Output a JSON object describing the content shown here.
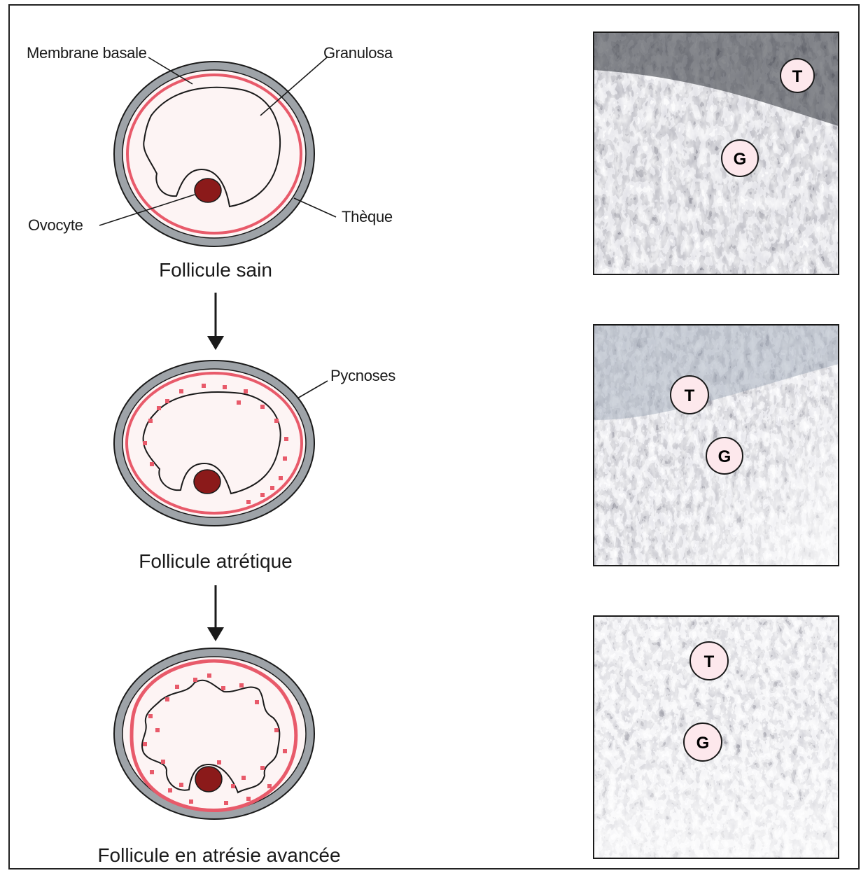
{
  "labels": {
    "membrane_basale": "Membrane basale",
    "granulosa": "Granulosa",
    "ovocyte": "Ovocyte",
    "theque": "Thèque",
    "pycnoses": "Pycnoses"
  },
  "captions": {
    "healthy": "Follicule sain",
    "atretic": "Follicule atrétique",
    "advanced": "Follicule en atrésie avancée"
  },
  "micrographs": [
    {
      "stage": "healthy",
      "theca_label": "T",
      "granulosa_label": "G"
    },
    {
      "stage": "atretic",
      "theca_label": "T",
      "granulosa_label": "G"
    },
    {
      "stage": "advanced",
      "theca_label": "T",
      "granulosa_label": "G"
    }
  ],
  "colors": {
    "theca": "#9ea3a8",
    "basement_membrane": "#e85a6a",
    "antrum": "#fdf4f4",
    "oocyte": "#8b1a1a",
    "pycnosis": "#e85a6a",
    "badge_fill": "#fde8ec"
  }
}
